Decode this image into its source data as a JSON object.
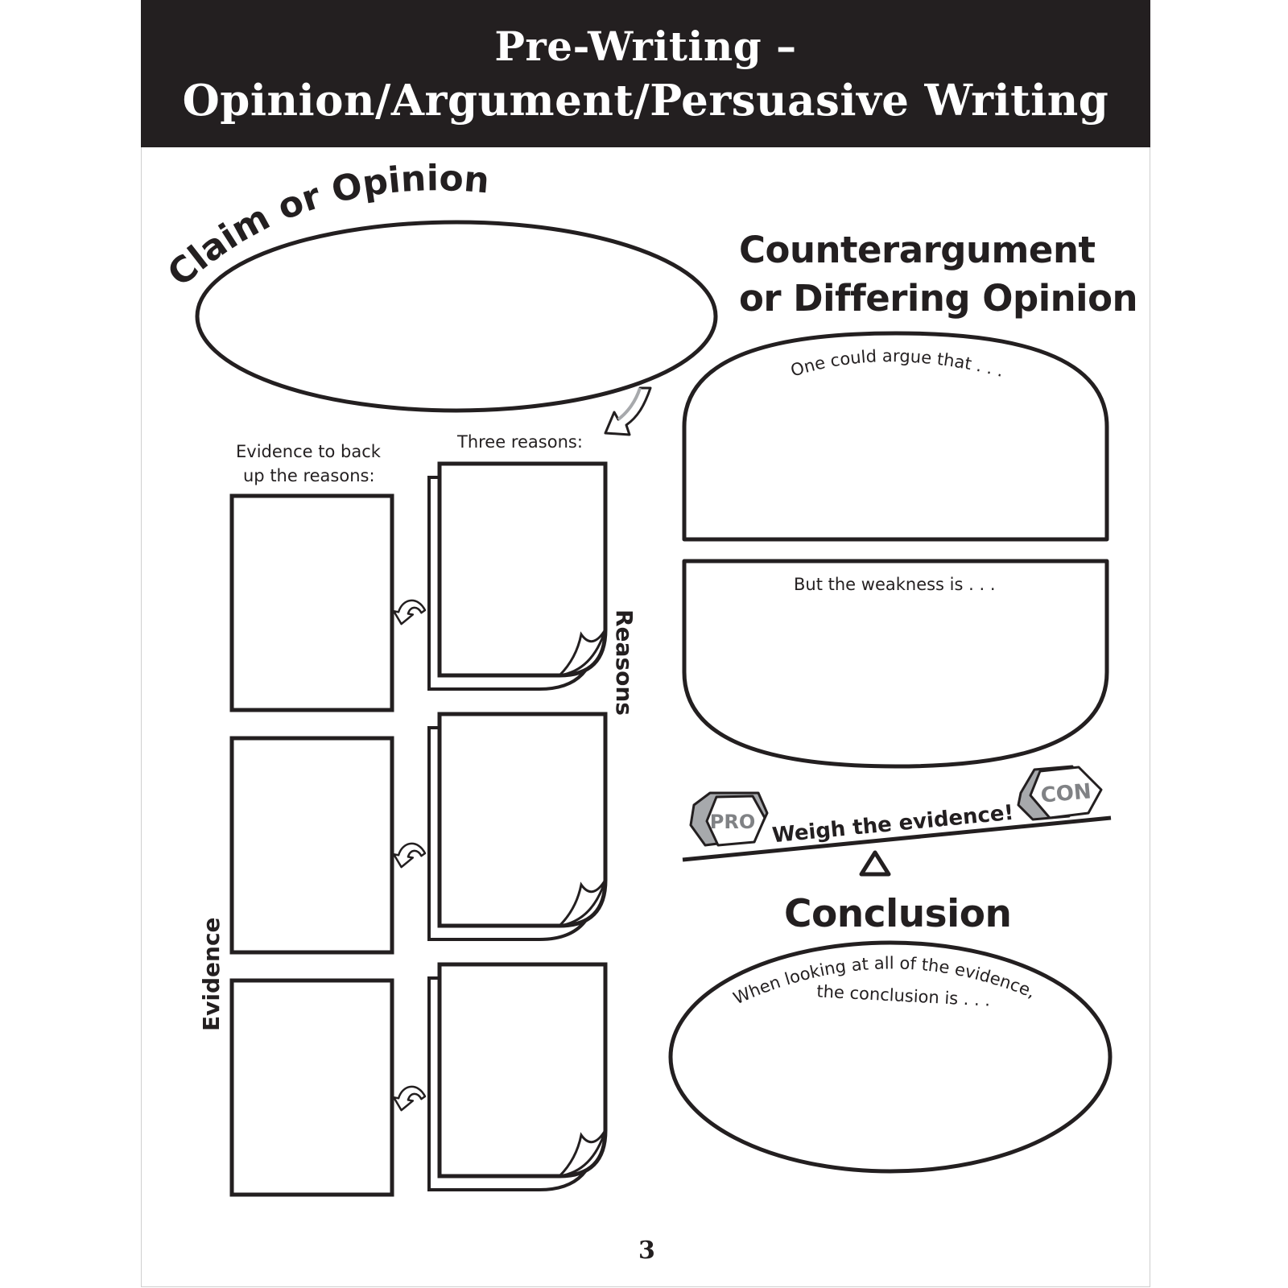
{
  "header": {
    "title_line_1": "Pre-Writing –",
    "title_line_2": "Opinion/Argument/Persuasive Writing"
  },
  "claim": {
    "label": "Claim or Opinion"
  },
  "reasons": {
    "prompt": "Three reasons:",
    "side_label": "Reasons"
  },
  "evidence": {
    "prompt_line_1": "Evidence to back",
    "prompt_line_2": "up the reasons:",
    "side_label": "Evidence"
  },
  "counterargument": {
    "heading_line_1": "Counterargument",
    "heading_line_2": "or Differing Opinion",
    "prompt_top": "One could argue that . . .",
    "prompt_bottom": "But the weakness is . . ."
  },
  "scale": {
    "pro_label": "PRO",
    "con_label": "CON",
    "caption": "Weigh the evidence!"
  },
  "conclusion": {
    "heading": "Conclusion",
    "prompt_line_1": "When looking at all of the evidence,",
    "prompt_line_2": "the conclusion is . . ."
  },
  "page_number": "3",
  "colors": {
    "ink": "#231f20",
    "banner": "#231f20",
    "paper": "#ffffff",
    "block_grey": "#a7a9ac"
  }
}
